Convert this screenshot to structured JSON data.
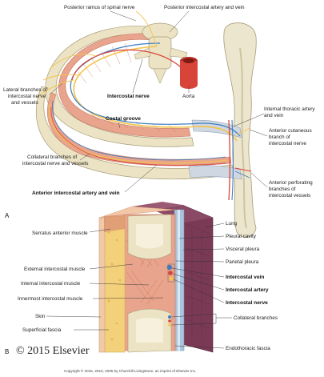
{
  "panel_a": {
    "panel_label": "A",
    "labels": {
      "posterior_ramus": "Posterior ramus of spinal nerve",
      "posterior_intercostal": "Posterior intercostal artery and vein",
      "lateral_branches": [
        "Lateral branches of",
        "intercostal nerve",
        "and vessels"
      ],
      "intercostal_nerve": "Intercostal nerve",
      "aorta": "Aorta",
      "costal_groove": "Costal groove",
      "internal_thoracic": [
        "Internal thoracic artery",
        "and vein"
      ],
      "anterior_cutaneous": [
        "Anterior cutaneous",
        "branch of",
        "intercostal nerve"
      ],
      "collateral_branches_a": [
        "Collateral branches of",
        "intercostal nerve and vessels"
      ],
      "anterior_perforating": [
        "Anterior perforating",
        "branches of",
        "intercostal vessels"
      ],
      "anterior_intercostal": "Anterior intercostal artery and vein"
    }
  },
  "panel_b": {
    "panel_label": "B",
    "labels": {
      "serratus": "Serratus anterior muscle",
      "external_intercostal": "External intercostal muscle",
      "internal_intercostal": "Internal intercostal muscle",
      "innermost_intercostal": "Innermost intercostal muscle",
      "skin": "Skin",
      "superficial_fascia": "Superficial fascia",
      "lung": "Lung",
      "pleural_cavity": "Pleural cavity",
      "visceral_pleura": "Visceral pleura",
      "parietal_pleura": "Parietal pleura",
      "intercostal_vein": "Intercostal vein",
      "intercostal_artery": "Intercostal artery",
      "intercostal_nerve": "Intercostal nerve",
      "collateral_branches": "Collateral branches",
      "endothoracic_fascia": "Endothoracic fascia"
    }
  },
  "watermark": "© 2015 Elsevier",
  "copyright": "Copyright © 2015, 2010, 2005 by Churchill Livingstone, an imprint of Elsevier Inc.",
  "colors": {
    "muscle": "#e8a48c",
    "muscle_dark": "#c8735e",
    "bone": "#e9e2c8",
    "artery": "#d8443a",
    "vein": "#3f7fc0",
    "nerve": "#f2c44a",
    "lung": "#7a3a55",
    "pleura": "#a9c4dc",
    "fat": "#f3d07a"
  }
}
